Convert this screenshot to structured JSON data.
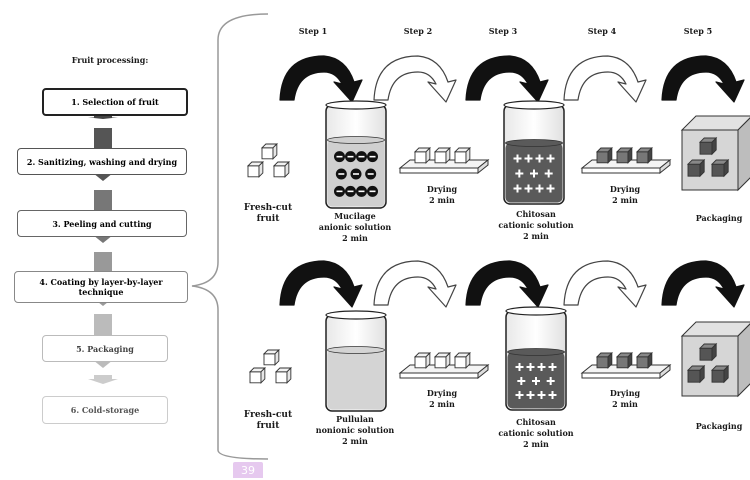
{
  "flowchart": {
    "title": "Fruit processing:",
    "steps": [
      "1. Selection of fruit",
      "2. Sanitizing, washing and drying",
      "3. Peeling and cutting",
      "4. Coating by layer-by-layer technique",
      "5. Packaging",
      "6. Cold-storage"
    ]
  },
  "process": {
    "step_headers": [
      "Step 1",
      "Step 2",
      "Step 3",
      "Step 4",
      "Step 5"
    ],
    "row1": {
      "fresh_cut": [
        "Fresh-cut",
        "fruit"
      ],
      "solution1": [
        "Mucilage",
        "anionic solution",
        "2 min"
      ],
      "drying1": [
        "Drying",
        "2 min"
      ],
      "solution2": [
        "Chitosan",
        "cationic solution",
        "2 min"
      ],
      "drying2": [
        "Drying",
        "2 min"
      ],
      "packaging": "Packaging"
    },
    "row2": {
      "fresh_cut": [
        "Fresh-cut",
        "fruit"
      ],
      "solution1": [
        "Pullulan",
        "nonionic solution",
        "2 min"
      ],
      "drying1": [
        "Drying",
        "2 min"
      ],
      "solution2": [
        "Chitosan",
        "cationic solution",
        "2 min"
      ],
      "drying2": [
        "Drying",
        "2 min"
      ],
      "packaging": "Packaging"
    }
  },
  "page_number": "39"
}
